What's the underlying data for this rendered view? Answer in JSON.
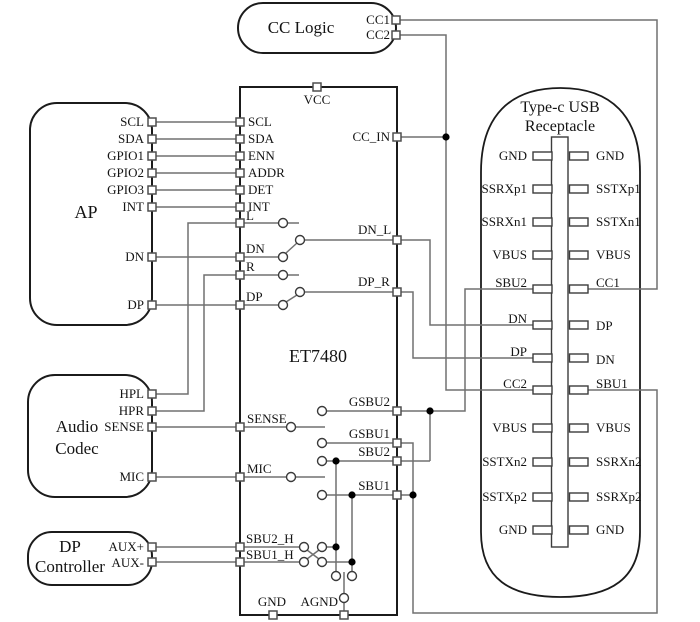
{
  "colors": {
    "ink": "#1b1b1b",
    "wire": "#707070"
  },
  "cc_logic": {
    "title": "CC Logic",
    "pins": {
      "cc1": "CC1",
      "cc2": "CC2"
    }
  },
  "ap": {
    "title": "AP",
    "pins": {
      "scl": "SCL",
      "sda": "SDA",
      "gpio1": "GPIO1",
      "gpio2": "GPIO2",
      "gpio3": "GPIO3",
      "int": "INT",
      "dn": "DN",
      "dp": "DP"
    }
  },
  "audio_codec": {
    "title1": "Audio",
    "title2": "Codec",
    "pins": {
      "hpl": "HPL",
      "hpr": "HPR",
      "sense": "SENSE",
      "mic": "MIC"
    }
  },
  "dp_controller": {
    "title1": "DP",
    "title2": "Controller",
    "pins": {
      "auxp": "AUX+",
      "auxn": "AUX-"
    }
  },
  "et7480": {
    "title": "ET7480",
    "pins": {
      "vcc": "VCC",
      "scl": "SCL",
      "sda": "SDA",
      "enn": "ENN",
      "addr": "ADDR",
      "det": "DET",
      "int": "INT",
      "l": "L",
      "dn": "DN",
      "r": "R",
      "dp": "DP",
      "sense": "SENSE",
      "mic": "MIC",
      "sbu2_h": "SBU2_H",
      "sbu1_h": "SBU1_H",
      "cc_in": "CC_IN",
      "dn_l": "DN_L",
      "dp_r": "DP_R",
      "gsbu2": "GSBU2",
      "gsbu1": "GSBU1",
      "sbu2": "SBU2",
      "sbu1": "SBU1",
      "gnd": "GND",
      "agnd": "AGND"
    }
  },
  "receptacle": {
    "title1": "Type-c USB",
    "title2": "Receptacle",
    "rows": [
      {
        "left": "GND",
        "right": "GND"
      },
      {
        "left": "SSRXp1",
        "right": "SSTXp1"
      },
      {
        "left": "SSRXn1",
        "right": "SSTXn1"
      },
      {
        "left": "VBUS",
        "right": "VBUS"
      },
      {
        "left": "SBU2",
        "right": "CC1"
      },
      {
        "left": "DN",
        "right": "DP"
      },
      {
        "left": "DP",
        "right": "DN"
      },
      {
        "left": "CC2",
        "right": "SBU1"
      },
      {
        "left": "VBUS",
        "right": "VBUS"
      },
      {
        "left": "SSTXn2",
        "right": "SSRXn2"
      },
      {
        "left": "SSTXp2",
        "right": "SSRXp2"
      },
      {
        "left": "GND",
        "right": "GND"
      }
    ]
  }
}
